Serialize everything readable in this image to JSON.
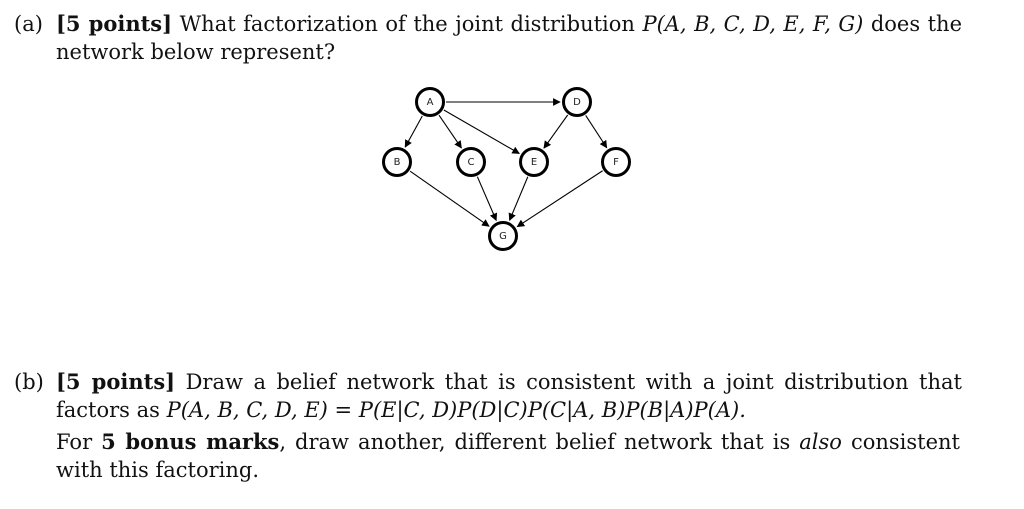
{
  "part_a": {
    "label": "(a)",
    "points": "[5 points]",
    "text_1": "What factorization of the joint distribution ",
    "dist_open": "P(A, B, C, D, E, F, G)",
    "text_2": " does the network below represent?"
  },
  "network": {
    "nodes": [
      {
        "id": "A",
        "label": "A"
      },
      {
        "id": "B",
        "label": "B"
      },
      {
        "id": "C",
        "label": "C"
      },
      {
        "id": "D",
        "label": "D"
      },
      {
        "id": "E",
        "label": "E"
      },
      {
        "id": "F",
        "label": "F"
      },
      {
        "id": "G",
        "label": "G"
      }
    ],
    "edges": [
      {
        "from": "A",
        "to": "D"
      },
      {
        "from": "A",
        "to": "B"
      },
      {
        "from": "A",
        "to": "C"
      },
      {
        "from": "A",
        "to": "E"
      },
      {
        "from": "D",
        "to": "E"
      },
      {
        "from": "D",
        "to": "F"
      },
      {
        "from": "B",
        "to": "G"
      },
      {
        "from": "C",
        "to": "G"
      },
      {
        "from": "E",
        "to": "G"
      },
      {
        "from": "F",
        "to": "G"
      }
    ]
  },
  "part_b": {
    "label": "(b)",
    "points": "[5 points]",
    "text_1": " Draw a belief network that is consistent with a joint distribution that factors as ",
    "equation": "P(A, B, C, D, E) = P(E|C, D)P(D|C)P(C|A, B)P(B|A)P(A).",
    "bonus_intro": "For ",
    "bonus_bold": "5 bonus marks",
    "bonus_text_1": ", draw another, different belief network that is ",
    "bonus_emph": "also",
    "bonus_text_2": " consistent with this factoring."
  }
}
